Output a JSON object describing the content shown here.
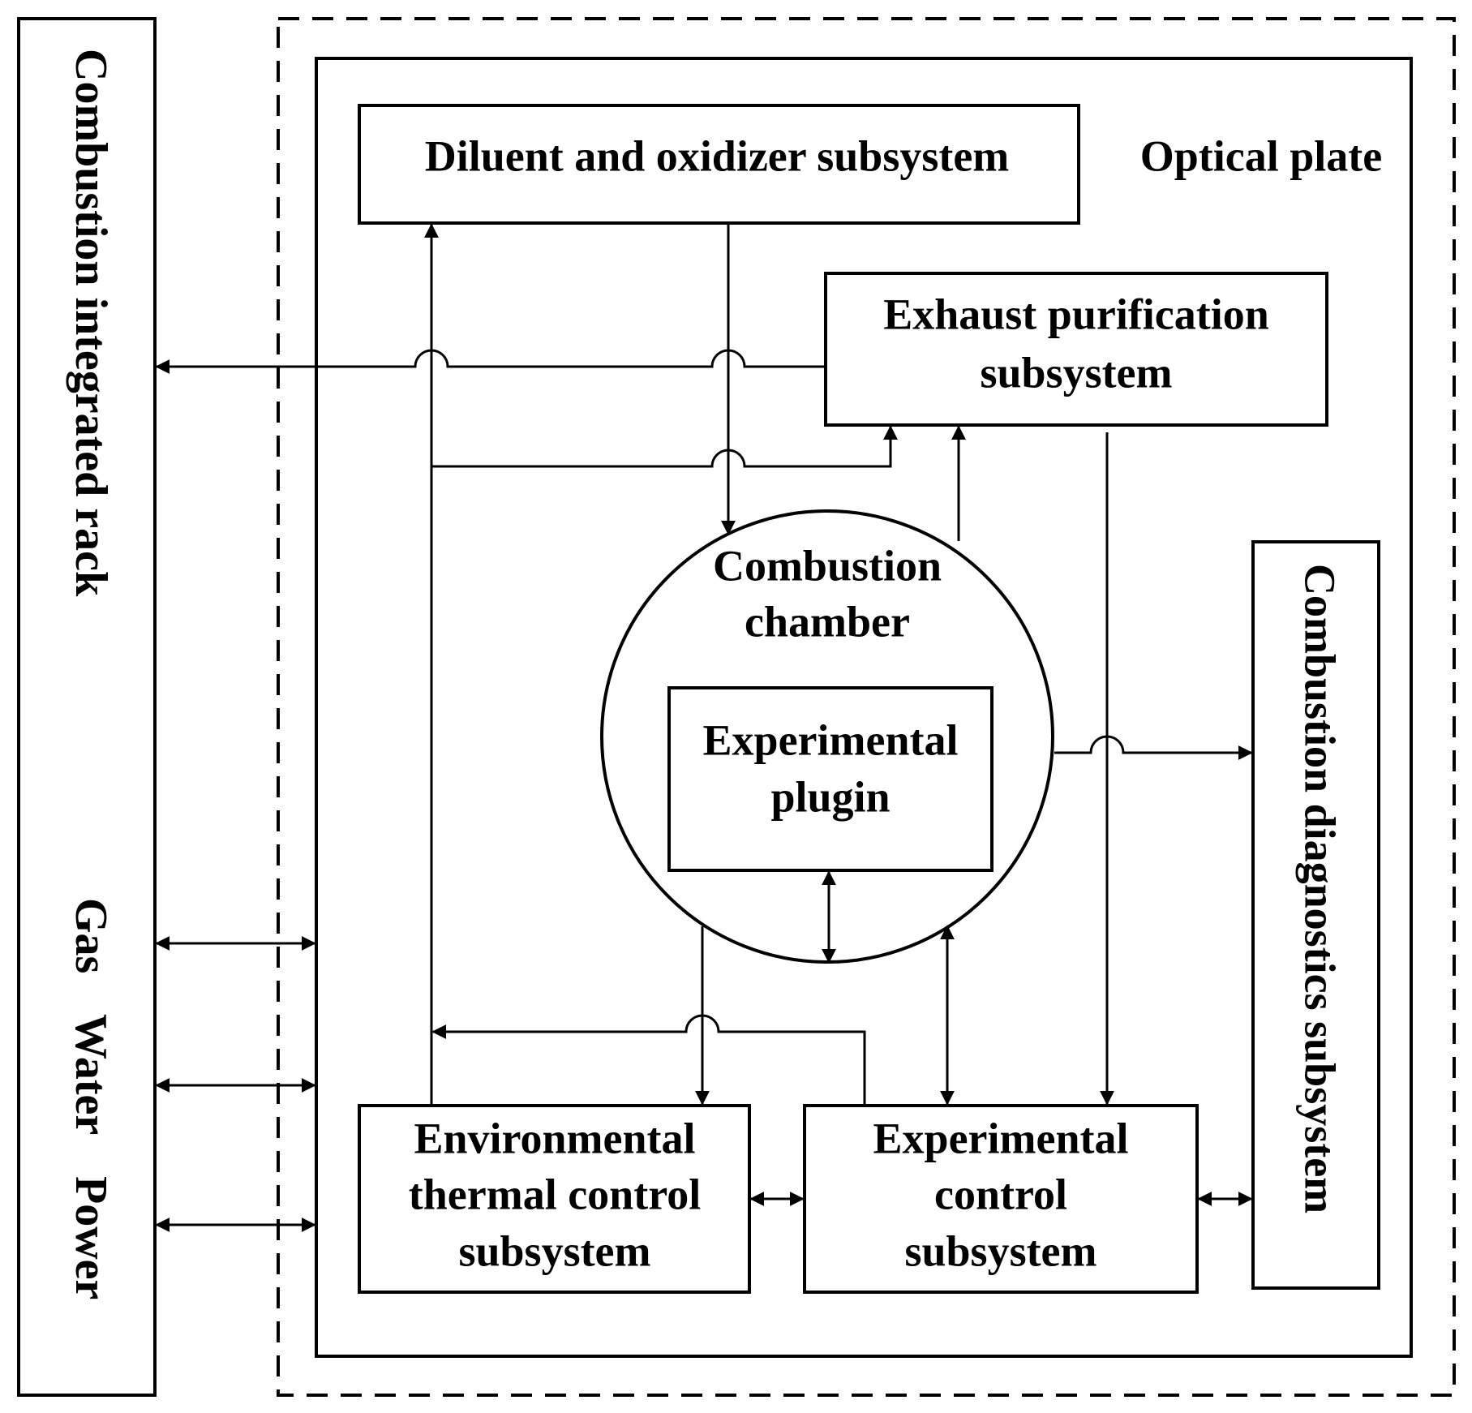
{
  "labels": {
    "rack": "Combustion integrated rack",
    "optical_plate": "Optical plate",
    "diluent": "Diluent and oxidizer subsystem",
    "exhaust": [
      "Exhaust purification",
      "subsystem"
    ],
    "chamber": [
      "Combustion",
      "chamber"
    ],
    "plugin": [
      "Experimental",
      "plugin"
    ],
    "diagnostics": "Combustion diagnostics subsystem",
    "thermal": [
      "Environmental",
      "thermal control",
      "subsystem"
    ],
    "control": [
      "Experimental",
      "control",
      "subsystem"
    ],
    "gas": "Gas",
    "water": "Water",
    "power": "Power"
  }
}
